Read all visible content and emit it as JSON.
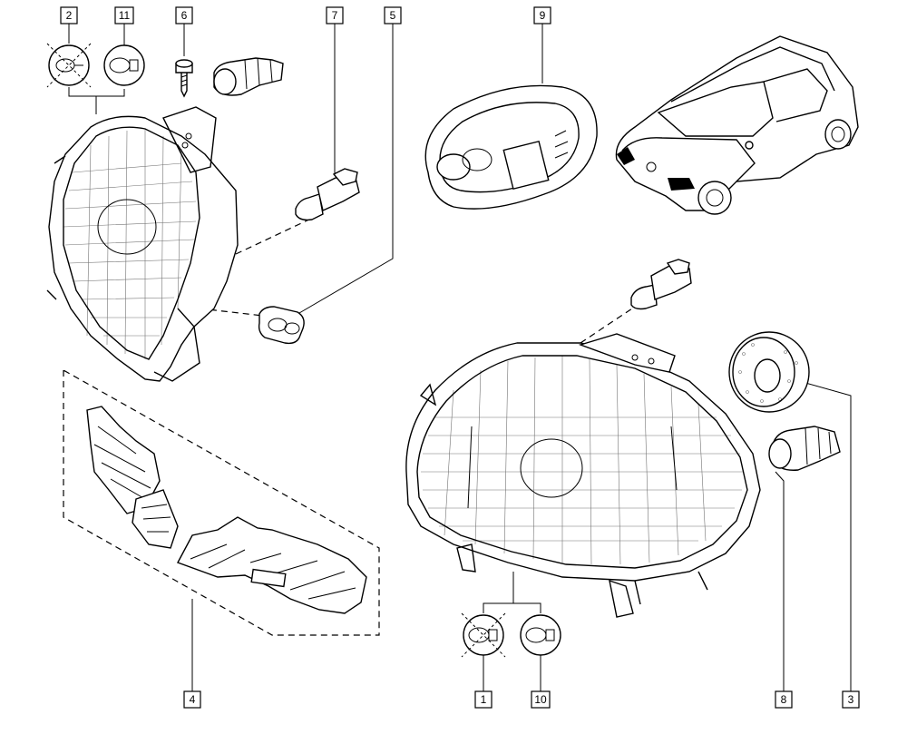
{
  "callouts": [
    {
      "id": "c2",
      "label": "2"
    },
    {
      "id": "c11",
      "label": "11"
    },
    {
      "id": "c6",
      "label": "6"
    },
    {
      "id": "c7",
      "label": "7"
    },
    {
      "id": "c5",
      "label": "5"
    },
    {
      "id": "c9",
      "label": "9"
    },
    {
      "id": "c4",
      "label": "4"
    },
    {
      "id": "c1",
      "label": "1"
    },
    {
      "id": "c10",
      "label": "10"
    },
    {
      "id": "c8",
      "label": "8"
    },
    {
      "id": "c3",
      "label": "3"
    }
  ]
}
